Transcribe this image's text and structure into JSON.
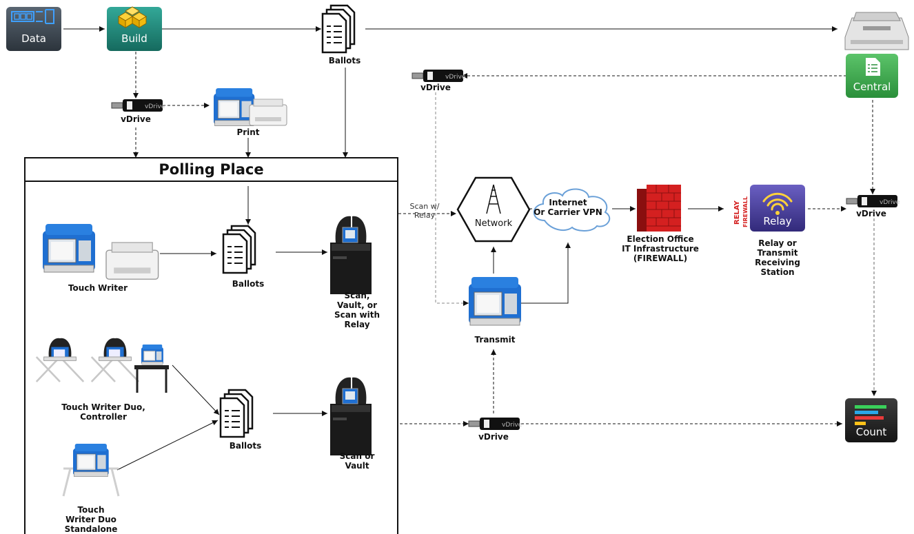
{
  "nodes": {
    "data": {
      "label": "Data",
      "icon": "data-icon"
    },
    "build": {
      "label": "Build",
      "icon": "cubes-icon"
    },
    "ballots_top": {
      "label": "Ballots",
      "icon": "ballot-document-icon"
    },
    "scanner": {
      "icon": "central-scanner-icon"
    },
    "central": {
      "label": "Central",
      "icon": "central-document-icon"
    },
    "vdrive_build": {
      "label": "vDrive",
      "icon": "usb-drive-icon"
    },
    "vdrive_top": {
      "label": "vDrive",
      "icon": "usb-drive-icon"
    },
    "print": {
      "label": "Print",
      "icon": "tablet-printer-icon"
    },
    "network": {
      "label": "Network",
      "icon": "network-tower-icon"
    },
    "internet": {
      "label": "Internet\nOr Carrier VPN",
      "icon": "cloud-icon"
    },
    "election_office": {
      "label": "Election Office\nIT Infrastructure\n(FIREWALL)",
      "icon": "firewall-icon"
    },
    "relay": {
      "label": "Relay",
      "icon": "wifi-icon",
      "side_text": [
        "RELAY",
        "FIREWALL"
      ]
    },
    "relay_station": {
      "label": "Relay or\nTransmit\nReceiving\nStation"
    },
    "vdrive_right": {
      "label": "vDrive",
      "icon": "usb-drive-icon"
    },
    "transmit": {
      "label": "Transmit",
      "icon": "transmit-tablet-icon"
    },
    "vdrive_bottom": {
      "label": "vDrive",
      "icon": "usb-drive-icon"
    },
    "count": {
      "label": "Count",
      "icon": "count-bars-icon"
    }
  },
  "polling_place": {
    "title": "Polling Place",
    "touch_writer": {
      "label": "Touch Writer"
    },
    "ballots_mid": {
      "label": "Ballots"
    },
    "scan_vault_relay": {
      "label": "Scan,\nVault, or\nScan with\nRelay"
    },
    "duo_controller": {
      "label": "Touch Writer Duo,\nController"
    },
    "duo_standalone": {
      "label": "Touch\nWriter Duo\nStandalone"
    },
    "ballots_low": {
      "label": "Ballots"
    },
    "scan_vault": {
      "label": "Scan or\nVault"
    }
  },
  "edges": {
    "scan_relay_label": "Scan w/\nRelay"
  },
  "colors": {
    "data_tile": "#3c4650",
    "build_tile": "#1f8a7a",
    "central_tile": "#3aa84a",
    "relay_tile": "#4a3f9a",
    "count_tile": "#2a2a2a",
    "tablet_blue": "#1f6fd1",
    "firewall_red": "#d42020",
    "cloud_blue": "#6aa0d8"
  }
}
